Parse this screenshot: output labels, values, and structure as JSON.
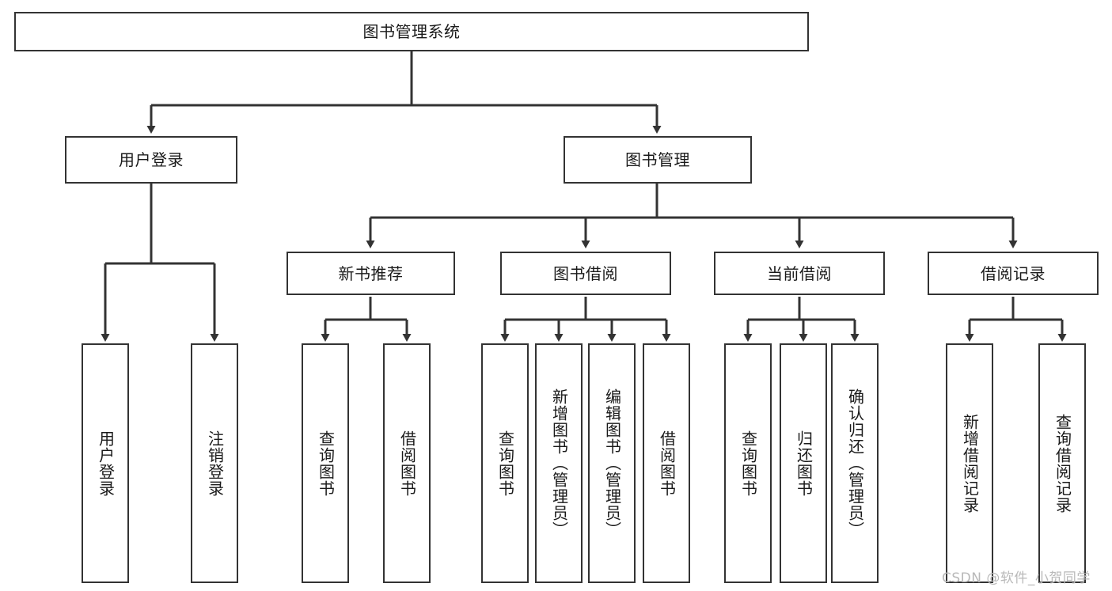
{
  "diagram": {
    "title": "图书管理系统",
    "type": "tree-hierarchy-chart",
    "root": {
      "label": "图书管理系统"
    },
    "level2": [
      {
        "label": "用户登录"
      },
      {
        "label": "图书管理"
      }
    ],
    "level3": [
      {
        "label": "新书推荐"
      },
      {
        "label": "图书借阅"
      },
      {
        "label": "当前借阅"
      },
      {
        "label": "借阅记录"
      }
    ],
    "leaves": {
      "user_login": [
        {
          "label": "用户登录"
        },
        {
          "label": "注销登录"
        }
      ],
      "new_book_recommend": [
        {
          "label": "查询图书"
        },
        {
          "label": "借阅图书"
        }
      ],
      "book_borrow": [
        {
          "label": "查询图书"
        },
        {
          "label": "新增图书（管理员）"
        },
        {
          "label": "编辑图书（管理员）"
        },
        {
          "label": "借阅图书"
        }
      ],
      "current_borrow": [
        {
          "label": "查询图书"
        },
        {
          "label": "归还图书"
        },
        {
          "label": "确认归还（管理员）"
        }
      ],
      "borrow_record": [
        {
          "label": "新增借阅记录"
        },
        {
          "label": "查询借阅记录"
        }
      ]
    }
  },
  "watermark": {
    "text": "CSDN @软件_小贺同学"
  },
  "colors": {
    "stroke": "#333333",
    "background": "#ffffff",
    "text": "#1a1a1a",
    "watermark": "#b9b9b9"
  }
}
